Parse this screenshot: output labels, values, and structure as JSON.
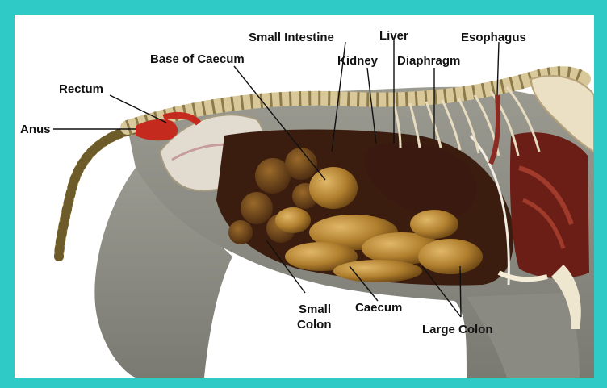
{
  "labels": {
    "small_intestine": "Small Intestine",
    "liver": "Liver",
    "esophagus": "Esophagus",
    "base_of_caecum": "Base of Caecum",
    "kidney": "Kidney",
    "diaphragm": "Diaphragm",
    "rectum": "Rectum",
    "anus": "Anus",
    "small_colon_line1": "Small",
    "small_colon_line2": "Colon",
    "caecum": "Caecum",
    "large_colon": "Large Colon"
  },
  "colors": {
    "frame_border": "#2fc9c6",
    "body": "#8d8d84",
    "body_dark": "#6e6e66",
    "intestine": "#b07f2e",
    "intestine_light": "#d4a757",
    "spine": "#d8c89a",
    "liver": "#3a1a10",
    "rectum": "#c42a1e",
    "lungs": "#6a1e16"
  }
}
